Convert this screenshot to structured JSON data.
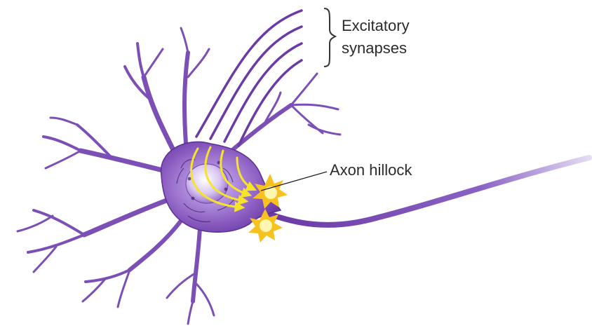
{
  "labels": {
    "excitatory_line1": "Excitatory",
    "excitatory_line2": "synapses",
    "axon_hillock": "Axon hillock"
  },
  "colors": {
    "neuron_body": "#8a5cc0",
    "neuron_dark": "#5b2f93",
    "neuron_light": "#c9b3ea",
    "signal_arrows": "#f6e42a",
    "spark": "#f7c11f",
    "label_text": "#2b2b2b"
  },
  "elements": {
    "excitatory_synapse_count": 4,
    "signal_arrow_count": 4
  }
}
